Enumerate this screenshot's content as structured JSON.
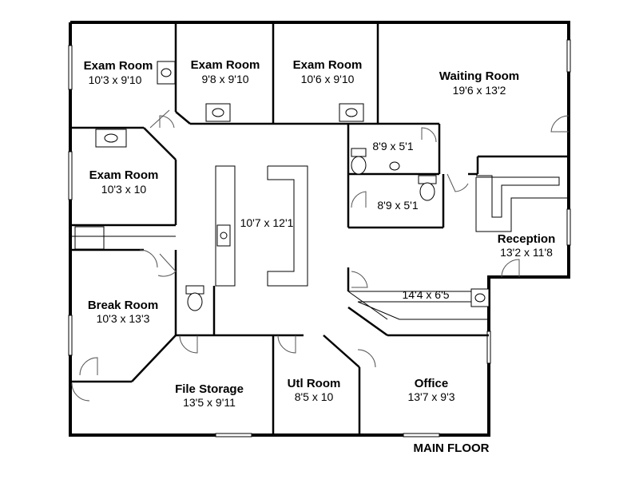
{
  "floor_title": "MAIN FLOOR",
  "rooms": [
    {
      "name": "Exam Room",
      "dims": "10'3 x 9'10"
    },
    {
      "name": "Exam Room",
      "dims": "9'8 x 9'10"
    },
    {
      "name": "Exam Room",
      "dims": "10'6 x 9'10"
    },
    {
      "name": "Waiting Room",
      "dims": "19'6 x 13'2"
    },
    {
      "name": "Exam Room",
      "dims": "10'3 x 10"
    },
    {
      "name": "",
      "dims": "8'9 x 5'1"
    },
    {
      "name": "",
      "dims": "8'9 x 5'1"
    },
    {
      "name": "",
      "dims": "10'7 x 12'1"
    },
    {
      "name": "Reception",
      "dims": "13'2 x 11'8"
    },
    {
      "name": "Break Room",
      "dims": "10'3 x 13'3"
    },
    {
      "name": "",
      "dims": "14'4 x 6'5"
    },
    {
      "name": "File Storage",
      "dims": "13'5 x 9'11"
    },
    {
      "name": "Utl Room",
      "dims": "8'5 x 10"
    },
    {
      "name": "Office",
      "dims": "13'7 x 9'3"
    }
  ]
}
